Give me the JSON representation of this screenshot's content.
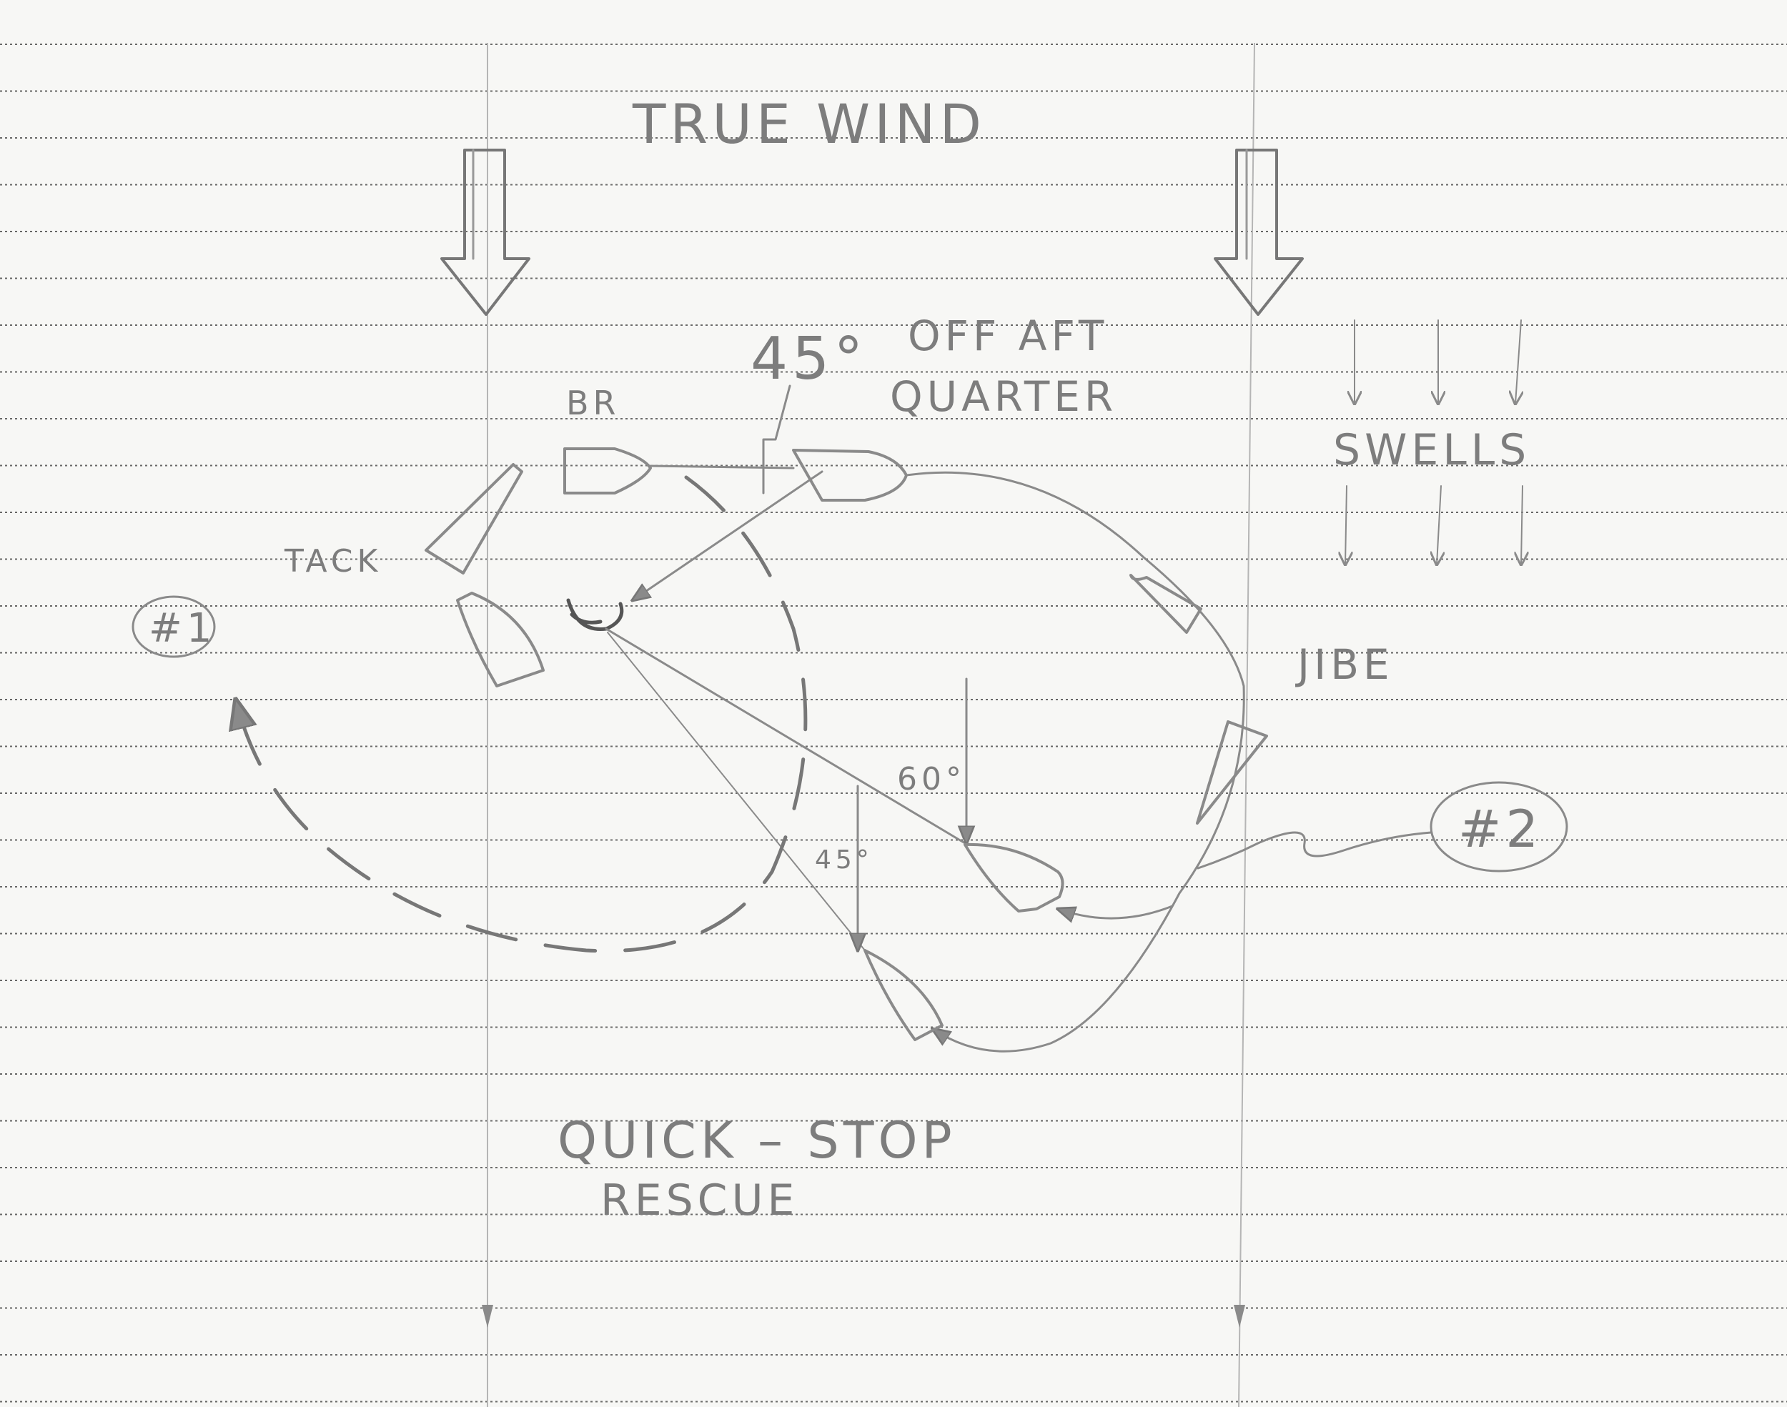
{
  "labels": {
    "true_wind": "TRUE WIND",
    "angle_45": "45°",
    "off_aft": "OFF AFT",
    "quarter": "QUARTER",
    "br": "BR",
    "swells": "SWELLS",
    "tack": "TACK",
    "marker_1": "#1",
    "jibe": "JIBE",
    "angle_60": "60°",
    "marker_2": "#2",
    "angle_45_small": "45°",
    "quick_stop": "QUICK – STOP",
    "rescue": "RESCUE"
  },
  "colors": {
    "paper": "#f7f7f5",
    "ruled_line": "#3a3a3a",
    "margin_line": "#b5b5b5",
    "pencil": "#8a8a8a",
    "pencil_dark": "#6e6e6e"
  }
}
